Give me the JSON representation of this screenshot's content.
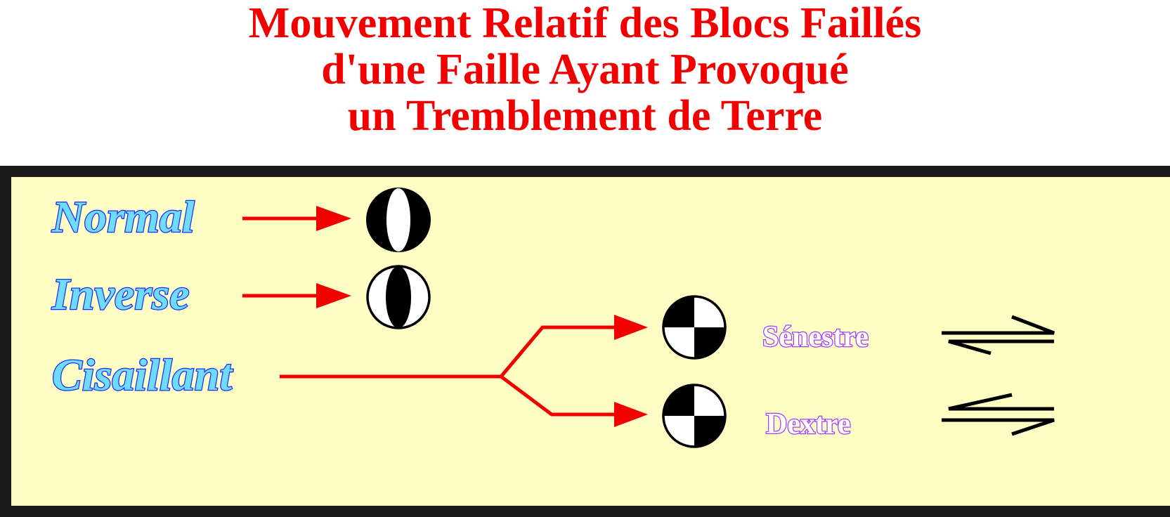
{
  "title": {
    "line1": "Mouvement Relatif des Blocs Faillés",
    "line2": "d'une Faille Ayant Provoqué",
    "line3": "un Tremblement de Terre"
  },
  "faults": {
    "normal": "Normal",
    "inverse": "Inverse",
    "cisaillant": "Cisaillant",
    "senestre": "Sénestre",
    "dextre": "Dextre"
  },
  "colors": {
    "title": "#f20000",
    "arrow": "#f20000",
    "panel_bg": "#fdfdc4",
    "panel_border": "#1a1a1a",
    "label_fill": "#6fdcff",
    "label_stroke": "#1a2cff",
    "sub_label_stroke": "#a23cff"
  },
  "icons": {
    "normal_symbol": "beachball-normal-icon",
    "inverse_symbol": "beachball-reverse-icon",
    "senestre_symbol": "beachball-strike-slip-icon",
    "dextre_symbol": "beachball-strike-slip-icon",
    "senestre_motion": "left-lateral-half-arrows-icon",
    "dextre_motion": "right-lateral-half-arrows-icon"
  }
}
